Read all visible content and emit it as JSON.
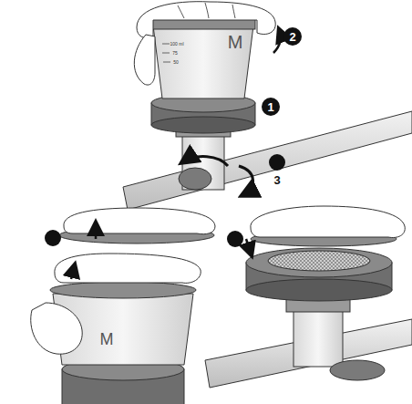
{
  "diagram": {
    "labels": [
      "M",
      "100 ml",
      "75",
      "50",
      "2",
      "1",
      "3",
      "M"
    ]
  }
}
